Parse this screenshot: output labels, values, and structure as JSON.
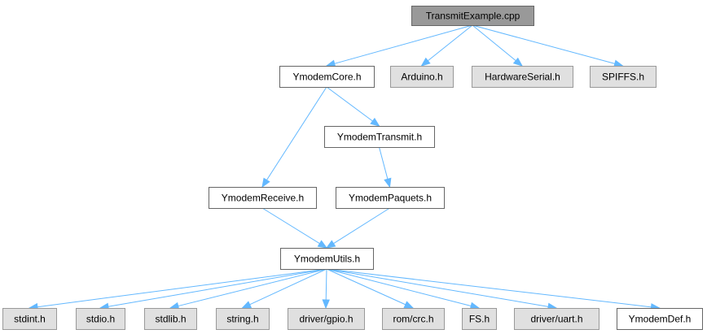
{
  "diagram": {
    "nodes": [
      {
        "id": "root",
        "label": "TransmitExample.cpp",
        "kind": "root"
      },
      {
        "id": "core",
        "label": "YmodemCore.h",
        "kind": "local"
      },
      {
        "id": "arduino",
        "label": "Arduino.h",
        "kind": "system"
      },
      {
        "id": "hwserial",
        "label": "HardwareSerial.h",
        "kind": "system"
      },
      {
        "id": "spiffs",
        "label": "SPIFFS.h",
        "kind": "system"
      },
      {
        "id": "transmit",
        "label": "YmodemTransmit.h",
        "kind": "local"
      },
      {
        "id": "receive",
        "label": "YmodemReceive.h",
        "kind": "local"
      },
      {
        "id": "paquets",
        "label": "YmodemPaquets.h",
        "kind": "local"
      },
      {
        "id": "utils",
        "label": "YmodemUtils.h",
        "kind": "local"
      },
      {
        "id": "stdint",
        "label": "stdint.h",
        "kind": "system"
      },
      {
        "id": "stdio",
        "label": "stdio.h",
        "kind": "system"
      },
      {
        "id": "stdlib",
        "label": "stdlib.h",
        "kind": "system"
      },
      {
        "id": "string",
        "label": "string.h",
        "kind": "system"
      },
      {
        "id": "gpio",
        "label": "driver/gpio.h",
        "kind": "system"
      },
      {
        "id": "crc",
        "label": "rom/crc.h",
        "kind": "system"
      },
      {
        "id": "fs",
        "label": "FS.h",
        "kind": "system"
      },
      {
        "id": "uart",
        "label": "driver/uart.h",
        "kind": "system"
      },
      {
        "id": "def",
        "label": "YmodemDef.h",
        "kind": "local"
      }
    ],
    "edges": [
      {
        "from": "root",
        "to": "core"
      },
      {
        "from": "root",
        "to": "arduino"
      },
      {
        "from": "root",
        "to": "hwserial"
      },
      {
        "from": "root",
        "to": "spiffs"
      },
      {
        "from": "core",
        "to": "receive"
      },
      {
        "from": "core",
        "to": "transmit"
      },
      {
        "from": "transmit",
        "to": "paquets"
      },
      {
        "from": "receive",
        "to": "utils"
      },
      {
        "from": "paquets",
        "to": "utils"
      },
      {
        "from": "utils",
        "to": "stdint"
      },
      {
        "from": "utils",
        "to": "stdio"
      },
      {
        "from": "utils",
        "to": "stdlib"
      },
      {
        "from": "utils",
        "to": "string"
      },
      {
        "from": "utils",
        "to": "gpio"
      },
      {
        "from": "utils",
        "to": "crc"
      },
      {
        "from": "utils",
        "to": "fs"
      },
      {
        "from": "utils",
        "to": "uart"
      },
      {
        "from": "utils",
        "to": "def"
      }
    ],
    "colors": {
      "edge": "#63b8ff",
      "root_fill": "#999999",
      "local_fill": "#ffffff",
      "system_fill": "#e0e0e0",
      "border": "#666666"
    }
  }
}
